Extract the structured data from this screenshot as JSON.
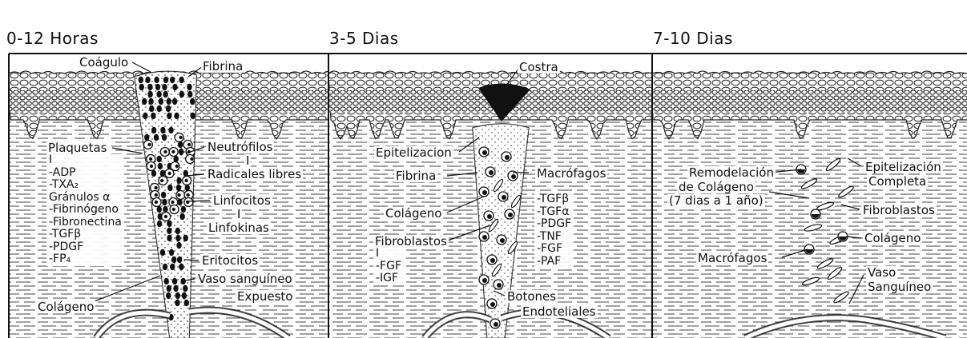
{
  "panels": [
    {
      "title": "0-12 Horas",
      "labels": {
        "coagulo": "Coágulo",
        "fibrina": "Fibrina",
        "plaquetas": "Plaquetas",
        "neutrofilos": "Neutrófilos",
        "radicales": "Radicales libres",
        "linfocitos": "Linfocitos",
        "linfokinas": "Linfokinas",
        "eritocitos": "Eritocitos",
        "vaso": "Vaso sanguíneo",
        "expuesto": "Expuesto",
        "colageno": "Colágeno"
      },
      "plaquetas_products": [
        "I",
        "-ADP",
        "-TXA₂",
        "Gránulos α",
        "-Fibrinógeno",
        "-Fibronectina",
        "-TGFβ",
        "-PDGF",
        "-FP₄"
      ],
      "neutrofilos_sep": "I",
      "linfocitos_sep": "I"
    },
    {
      "title": "3-5 Dias",
      "labels": {
        "costra": "Costra",
        "epitelizacion": "Epitelizacion",
        "fibrina": "Fibrina",
        "colageno": "Colágeno",
        "fibroblastos": "Fibroblastos",
        "macrofagos": "Macrófagos",
        "botones": "Botones",
        "endoteliales": "Endoteliales"
      },
      "macrofagos_products": [
        "-TGFβ",
        "-TGFα",
        "-PDGF",
        "-TNF",
        "-FGF",
        "-PAF"
      ],
      "fibroblastos_products": [
        "I",
        "-FGF",
        "-IGF"
      ]
    },
    {
      "title": "7-10 Dias",
      "labels": {
        "remodelacion": "Remodelación",
        "de_colageno": "de Colágeno",
        "duracion": "(7 dias a 1 año)",
        "epitelizacion": "Epitelización",
        "completa": "Completa",
        "fibroblastos": "Fibroblastos",
        "colageno": "Colágeno",
        "macrofagos": "Macrófagos",
        "vaso": "Vaso",
        "sanguineo": "Sanguíneo"
      }
    }
  ]
}
